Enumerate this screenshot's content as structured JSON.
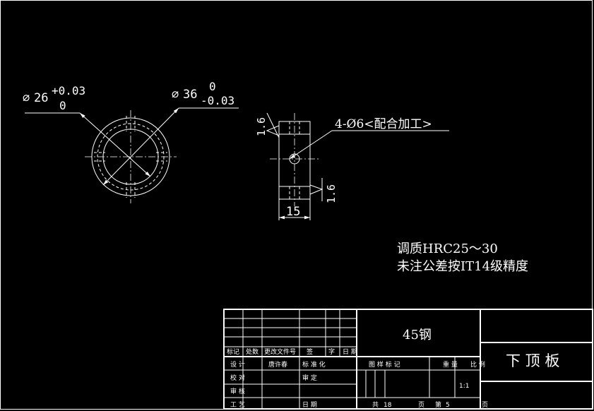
{
  "front_view": {
    "dim_inner": {
      "symbol": "⌀",
      "nominal": "26",
      "upper": "+0.03",
      "lower": "0"
    },
    "dim_outer": {
      "symbol": "⌀",
      "nominal": "36",
      "upper": "0",
      "lower": "-0.03"
    }
  },
  "side_view": {
    "roughness_top": "1.6",
    "roughness_bottom": "1.6",
    "hole_note": "4-Ø6<配合加工>",
    "width_dim": "15"
  },
  "notes": {
    "line1": "调质HRC25～30",
    "line2": "未注公差按IT14级精度"
  },
  "title_block": {
    "material": "45钢",
    "part_name": "下 顶 板",
    "header_cells": [
      "标记",
      "处数",
      "更改文件号",
      "签",
      "字",
      "日 期"
    ],
    "design_label": "设   计",
    "designer": "唐许春",
    "standardize_label": "标 准 化",
    "check_label": "校   对",
    "review_label": "审   定",
    "audit_label": "审   核",
    "process_label": "工   艺",
    "date_label": "日   期",
    "figure_mark_label": "图 样 标 记",
    "weight_label": "重   量",
    "scale_label": "比  例",
    "scale_value": "1:1",
    "total_label": "共",
    "total_sheets": "18",
    "sheet_label": "页",
    "sheet_of_label": "第",
    "sheet_number": "5",
    "page_label": "页"
  }
}
